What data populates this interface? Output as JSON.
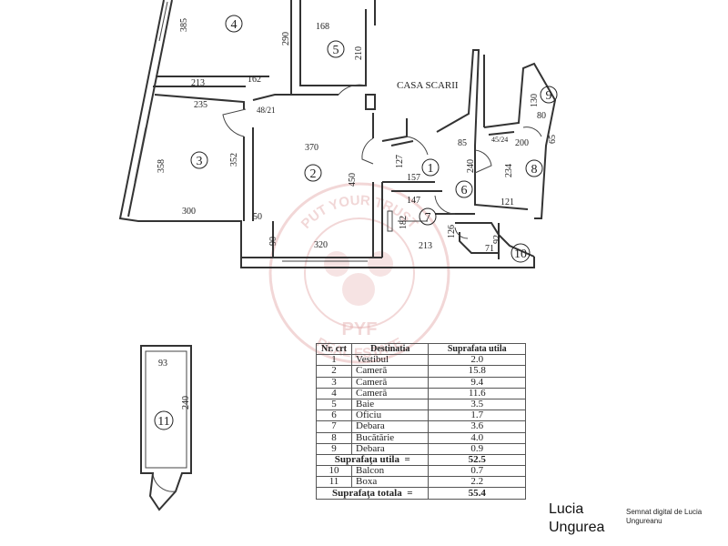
{
  "plan": {
    "stair_label": "CASA SCARII",
    "rooms": [
      "1",
      "2",
      "3",
      "4",
      "5",
      "6",
      "7",
      "8",
      "9",
      "10",
      "11"
    ],
    "dims": {
      "d385": "385",
      "d290": "290",
      "d168": "168",
      "d210": "210",
      "d213a": "213",
      "d162": "162",
      "d235": "235",
      "d4821": "48/21",
      "d370": "370",
      "d358": "358",
      "d352": "352",
      "d450": "450",
      "d300": "300",
      "d50": "50",
      "d90": "90",
      "d320": "320",
      "d127": "127",
      "d157": "157",
      "d85": "85",
      "d240a": "240",
      "d147": "147",
      "d182": "182",
      "d213b": "213",
      "d126": "126",
      "d130": "130",
      "d80": "80",
      "d4524": "45/24",
      "d200": "200",
      "d65": "65",
      "d234": "234",
      "d121": "121",
      "d92": "92",
      "d71": "71",
      "d93": "93",
      "d240b": "240"
    }
  },
  "watermark": {
    "top_text": "PUT YOUR TRUST",
    "logo": "PYF",
    "bottom_text": "REAL ESTATE"
  },
  "table": {
    "headers": [
      "Nr. crt",
      "Destinatia",
      "Suprafata utila"
    ],
    "rows": [
      [
        "1",
        "Vestibul",
        "2.0"
      ],
      [
        "2",
        "Cameră",
        "15.8"
      ],
      [
        "3",
        "Cameră",
        "9.4"
      ],
      [
        "4",
        "Cameră",
        "11.6"
      ],
      [
        "5",
        "Baie",
        "3.5"
      ],
      [
        "6",
        "Oficiu",
        "1.7"
      ],
      [
        "7",
        "Debara",
        "3.6"
      ],
      [
        "8",
        "Bucătărie",
        "4.0"
      ],
      [
        "9",
        "Debara",
        "0.9"
      ]
    ],
    "subtotal_label": "Suprafaţa utila",
    "subtotal_eq": "=",
    "subtotal_value": "52.5",
    "extra_rows": [
      [
        "10",
        "Balcon",
        "0.7"
      ],
      [
        "11",
        "Boxa",
        "2.2"
      ]
    ],
    "total_label": "Suprafaţa totala",
    "total_eq": "=",
    "total_value": "55.4"
  },
  "signature": {
    "name": "Lucia Ungurea",
    "note": "Semnat digital de Lucia Ungureanu"
  }
}
